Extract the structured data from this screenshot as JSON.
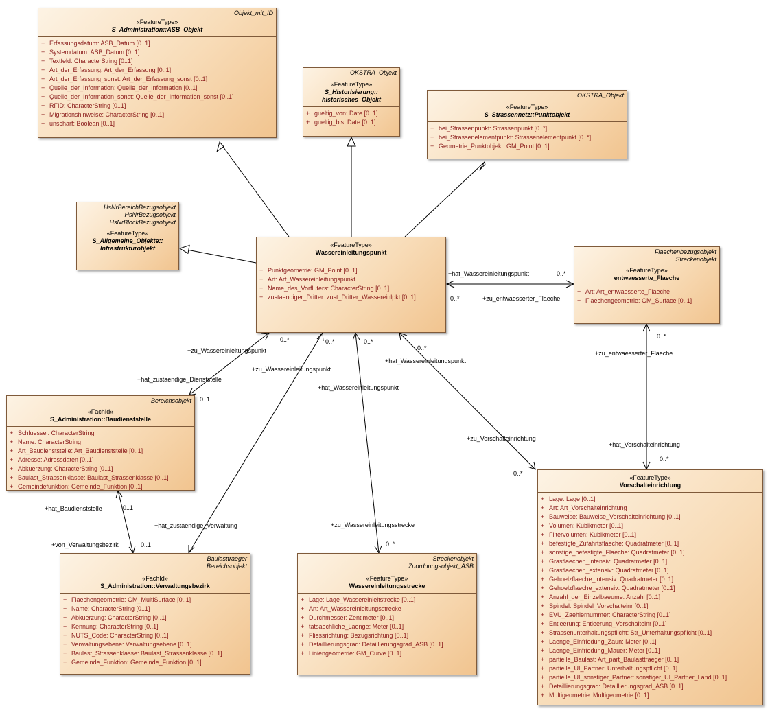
{
  "classes": [
    {
      "id": "asb",
      "tags": [
        "Objekt_mit_ID"
      ],
      "stereotype": "«FeatureType»",
      "name": [
        "S_Administration::ASB_Objekt"
      ],
      "italic": true,
      "attrs": [
        "Erfassungsdatum: ASB_Datum [0..1]",
        "Systemdatum: ASB_Datum [0..1]",
        "Textfeld: CharacterString [0..1]",
        "Art_der_Erfassung: Art_der_Erfassung [0..1]",
        "Art_der_Erfassung_sonst: Art_der_Erfassung_sonst [0..1]",
        "Quelle_der_Information: Quelle_der_Information [0..1]",
        "Quelle_der_Information_sonst: Quelle_der_Information_sonst [0..1]",
        "RFID: CharacterString [0..1]",
        "Migrationshinweise: CharacterString [0..1]",
        "unscharf: Boolean [0..1]"
      ]
    },
    {
      "id": "hist",
      "tags": [
        "OKSTRA_Objekt"
      ],
      "stereotype": "«FeatureType»",
      "name": [
        "S_Historisierung::",
        "historisches_Objekt"
      ],
      "italic": true,
      "attrs": [
        "gueltig_von: Date [0..1]",
        "gueltig_bis: Date [0..1]"
      ]
    },
    {
      "id": "punkt",
      "tags": [
        "OKSTRA_Objekt"
      ],
      "stereotype": "«FeatureType»",
      "name": [
        "S_Strassennetz::Punktobjekt"
      ],
      "italic": true,
      "attrs": [
        "bei_Strassenpunkt: Strassenpunkt [0..*]",
        "bei_Strassenelementpunkt: Strassenelementpunkt [0..*]",
        "Geometrie_Punktobjekt: GM_Point [0..1]"
      ]
    },
    {
      "id": "infra",
      "tags": [
        "HsNrBereichBezugsobjekt",
        "HsNrBezugsobjekt",
        "HsNrBlockBezugsobjekt"
      ],
      "stereotype": "«FeatureType»",
      "name": [
        "S_Allgemeine_Objekte::",
        "Infrastrukturobjekt"
      ],
      "italic": true,
      "attrs": []
    },
    {
      "id": "wep",
      "tags": [],
      "stereotype": "«FeatureType»",
      "name": [
        "Wassereinleitungspunkt"
      ],
      "italic": false,
      "attrs": [
        "Punktgeometrie: GM_Point [0..1]",
        "Art: Art_Wassereinleitungspunkt",
        "Name_des_Vorfluters: CharacterString [0..1]",
        "zustaendiger_Dritter: zust_Dritter_Wassereinlpkt [0..1]"
      ]
    },
    {
      "id": "flaeche",
      "tags": [
        "Flaechenbezugsobjekt",
        "Streckenobjekt"
      ],
      "stereotype": "«FeatureType»",
      "name": [
        "entwaesserte_Flaeche"
      ],
      "italic": false,
      "attrs": [
        "Art: Art_entwaesserte_Flaeche",
        "Flaechengeometrie: GM_Surface [0..1]"
      ]
    },
    {
      "id": "bdst",
      "tags": [
        "Bereichsobjekt"
      ],
      "stereotype": "«FachId»",
      "name": [
        "S_Administration::Baudienststelle"
      ],
      "italic": false,
      "attrs": [
        "Schluessel: CharacterString",
        "Name: CharacterString",
        "Art_Baudienststelle: Art_Baudienststelle [0..1]",
        "Adresse: Adressdaten [0..1]",
        "Abkuerzung: CharacterString [0..1]",
        "Baulast_Strassenklasse: Baulast_Strassenklasse [0..1]",
        "Gemeindefunktion: Gemeinde_Funktion [0..1]"
      ]
    },
    {
      "id": "vwb",
      "tags": [
        "Baulasttraeger",
        "Bereichsobjekt"
      ],
      "stereotype": "«FachId»",
      "name": [
        "S_Administration::Verwaltungsbezirk"
      ],
      "italic": false,
      "attrs": [
        "Flaechengeometrie: GM_MultiSurface [0..1]",
        "Name: CharacterString [0..1]",
        "Abkuerzung: CharacterString [0..1]",
        "Kennung: CharacterString [0..1]",
        "NUTS_Code: CharacterString [0..1]",
        "Verwaltungsebene: Verwaltungsebene [0..1]",
        "Baulast_Strassenklasse: Baulast_Strassenklasse [0..1]",
        "Gemeinde_Funktion: Gemeinde_Funktion [0..1]"
      ]
    },
    {
      "id": "wes",
      "tags": [
        "Streckenobjekt",
        "Zuordnungsobjekt_ASB"
      ],
      "stereotype": "«FeatureType»",
      "name": [
        "Wassereinleitungsstrecke"
      ],
      "italic": false,
      "attrs": [
        "Lage: Lage_Wassereinleitstrecke [0..1]",
        "Art: Art_Wassereinleitungsstrecke",
        "Durchmesser: Zentimeter [0..1]",
        "tatsaechliche_Laenge: Meter [0..1]",
        "Fliessrichtung: Bezugsrichtung [0..1]",
        "Detaillierungsgrad: Detaillierungsgrad_ASB [0..1]",
        "Liniengeometrie: GM_Curve [0..1]"
      ]
    },
    {
      "id": "vse",
      "tags": [],
      "stereotype": "«FeatureType»",
      "name": [
        "Vorschalteinrichtung"
      ],
      "italic": false,
      "attrs": [
        "Lage: Lage [0..1]",
        "Art: Art_Vorschalteinrichtung",
        "Bauweise: Bauweise_Vorschalteinrichtung [0..1]",
        "Volumen: Kubikmeter [0..1]",
        "Filtervolumen: Kubikmeter [0..1]",
        "befestigte_Zufahrtsflaeche: Quadratmeter [0..1]",
        "sonstige_befestigte_Flaeche: Quadratmeter [0..1]",
        "Grasflaechen_intensiv: Quadratmeter [0..1]",
        "Grasflaechen_extensiv: Quadratmeter [0..1]",
        "Gehoelzflaeche_intensiv: Quadratmeter [0..1]",
        "Gehoelzflaeche_extensiv: Quadratmeter [0..1]",
        "Anzahl_der_Einzelbaeume: Anzahl [0..1]",
        "Spindel: Spindel_Vorschalteinr [0..1]",
        "EVU_Zaehlernummer: CharacterString [0..1]",
        "Entleerung: Entleerung_Vorschalteinr [0..1]",
        "Strassenunterhaltungspflicht: Str_Unterhaltungspflicht [0..1]",
        "Laenge_Einfriedung_Zaun: Meter [0..1]",
        "Laenge_Einfriedung_Mauer: Meter [0..1]",
        "partielle_Baulast: Art_part_Baulasttraeger [0..1]",
        "partielle_UI_Partner: Unterhaltungspflicht [0..1]",
        "partielle_UI_sonstiger_Partner: sonstiger_UI_Partner_Land [0..1]",
        "Detaillierungsgrad: Detaillierungsgrad_ASB [0..1]",
        "Multigeometrie: Multigeometrie [0..1]"
      ]
    }
  ],
  "attr_marker": "+",
  "labels": [
    {
      "id": "l1",
      "text": "+hat_Wassereinleitungspunkt"
    },
    {
      "id": "l2",
      "text": "0..*"
    },
    {
      "id": "l3",
      "text": "0..*"
    },
    {
      "id": "l4",
      "text": "+zu_entwaesserter_Flaeche"
    },
    {
      "id": "l5",
      "text": "0..*"
    },
    {
      "id": "l6",
      "text": "+zu_entwaesserter_Flaeche"
    },
    {
      "id": "l7",
      "text": "+hat_Vorschalteinrichtung"
    },
    {
      "id": "l8",
      "text": "0..*"
    },
    {
      "id": "l9",
      "text": "0..*"
    },
    {
      "id": "l10",
      "text": "+hat_Wassereinleitungspunkt"
    },
    {
      "id": "l11",
      "text": "+zu_Vorschalteinrichtung"
    },
    {
      "id": "l12",
      "text": "0..*"
    },
    {
      "id": "l13",
      "text": "0..*"
    },
    {
      "id": "l14",
      "text": "0..*"
    },
    {
      "id": "l15",
      "text": "+zu_Wassereinleitungspunkt"
    },
    {
      "id": "l16",
      "text": "+hat_zustaendige_Dienststelle"
    },
    {
      "id": "l17",
      "text": "0..1"
    },
    {
      "id": "l18",
      "text": "+zu_Wassereinleitungspunkt"
    },
    {
      "id": "l19",
      "text": "+hat_zustaendige_Verwaltung"
    },
    {
      "id": "l20",
      "text": "+hat_Wassereinleitungspunkt"
    },
    {
      "id": "l21",
      "text": "+zu_Wassereinleitungsstrecke"
    },
    {
      "id": "l22",
      "text": "0..*"
    },
    {
      "id": "l23",
      "text": "+hat_Baudienststelle"
    },
    {
      "id": "l24",
      "text": "0..1"
    },
    {
      "id": "l25",
      "text": "+von_Verwaltungsbezirk"
    },
    {
      "id": "l26",
      "text": "0..1"
    }
  ]
}
